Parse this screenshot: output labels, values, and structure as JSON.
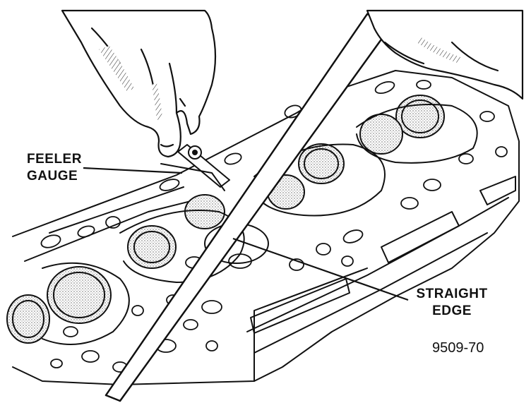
{
  "labels": {
    "feeler_gauge": [
      "FEELER",
      "GAUGE"
    ],
    "straight_edge": [
      "STRAIGHT",
      "EDGE"
    ]
  },
  "figure_number": "9509-70",
  "colors": {
    "ink": "#111111",
    "paper": "#ffffff"
  }
}
